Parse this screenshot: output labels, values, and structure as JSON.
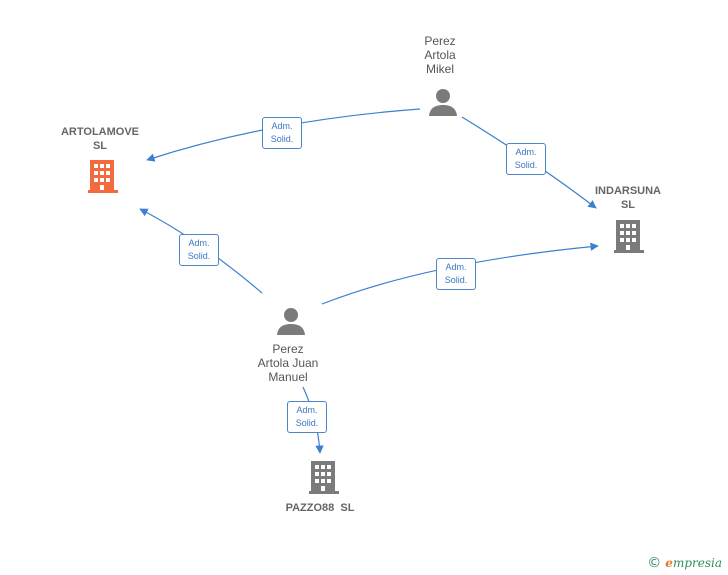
{
  "colors": {
    "edge": "#3c80d0",
    "company_main": "#f26a3d",
    "company": "#7b7b7b",
    "person": "#7b7b7b"
  },
  "nodes": {
    "artolamove": {
      "line1": "ARTOLAMOVE",
      "line2": "SL",
      "icon": "building-icon"
    },
    "indarsuna": {
      "line1": "INDARSUNA",
      "line2": "SL",
      "icon": "building-icon"
    },
    "pazzo88": {
      "line1": "PAZZO88  SL",
      "icon": "building-icon"
    },
    "perez_mikel": {
      "line1": "Perez",
      "line2": "Artola",
      "line3": "Mikel",
      "icon": "person-icon"
    },
    "perez_juan": {
      "line1": "Perez",
      "line2": "Artola Juan",
      "line3": "Manuel",
      "icon": "person-icon"
    }
  },
  "edges": [
    {
      "from": "perez_mikel",
      "to": "artolamove",
      "label1": "Adm.",
      "label2": "Solid."
    },
    {
      "from": "perez_mikel",
      "to": "indarsuna",
      "label1": "Adm.",
      "label2": "Solid."
    },
    {
      "from": "perez_juan",
      "to": "artolamove",
      "label1": "Adm.",
      "label2": "Solid."
    },
    {
      "from": "perez_juan",
      "to": "indarsuna",
      "label1": "Adm.",
      "label2": "Solid."
    },
    {
      "from": "perez_juan",
      "to": "pazzo88",
      "label1": "Adm.",
      "label2": "Solid."
    }
  ],
  "brand": {
    "copyright": "©",
    "e": "e",
    "rest": "mpresia"
  }
}
